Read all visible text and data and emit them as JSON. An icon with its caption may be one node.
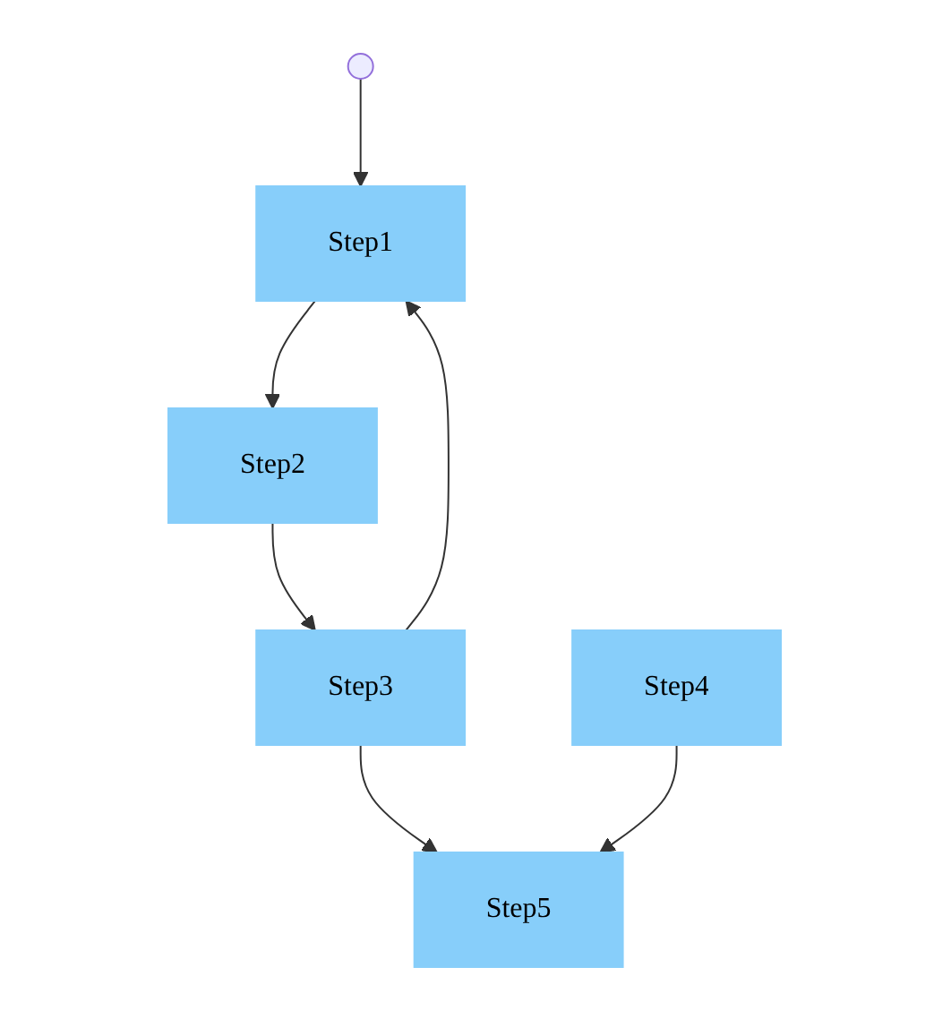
{
  "diagram": {
    "nodes": [
      {
        "text": [],
        "shape": "circle"
      },
      {
        "text": [
          "Step1"
        ]
      },
      {
        "text": [
          "Step2"
        ]
      },
      {
        "text": [
          "Step3"
        ]
      },
      {
        "text": [
          "Step4"
        ]
      },
      {
        "text": [
          "Step5"
        ]
      }
    ],
    "edges": [
      {
        "from": 0,
        "to": 1,
        "arrow": "to"
      },
      {
        "from": 1,
        "to": 2,
        "arrow": "to"
      },
      {
        "from": 2,
        "to": 3,
        "arrow": "to"
      },
      {
        "from": 3,
        "to": 1,
        "arrow": "to"
      },
      {
        "from": 3,
        "to": 5,
        "arrow": "to"
      },
      {
        "from": 4,
        "to": 5,
        "arrow": "to"
      }
    ]
  }
}
